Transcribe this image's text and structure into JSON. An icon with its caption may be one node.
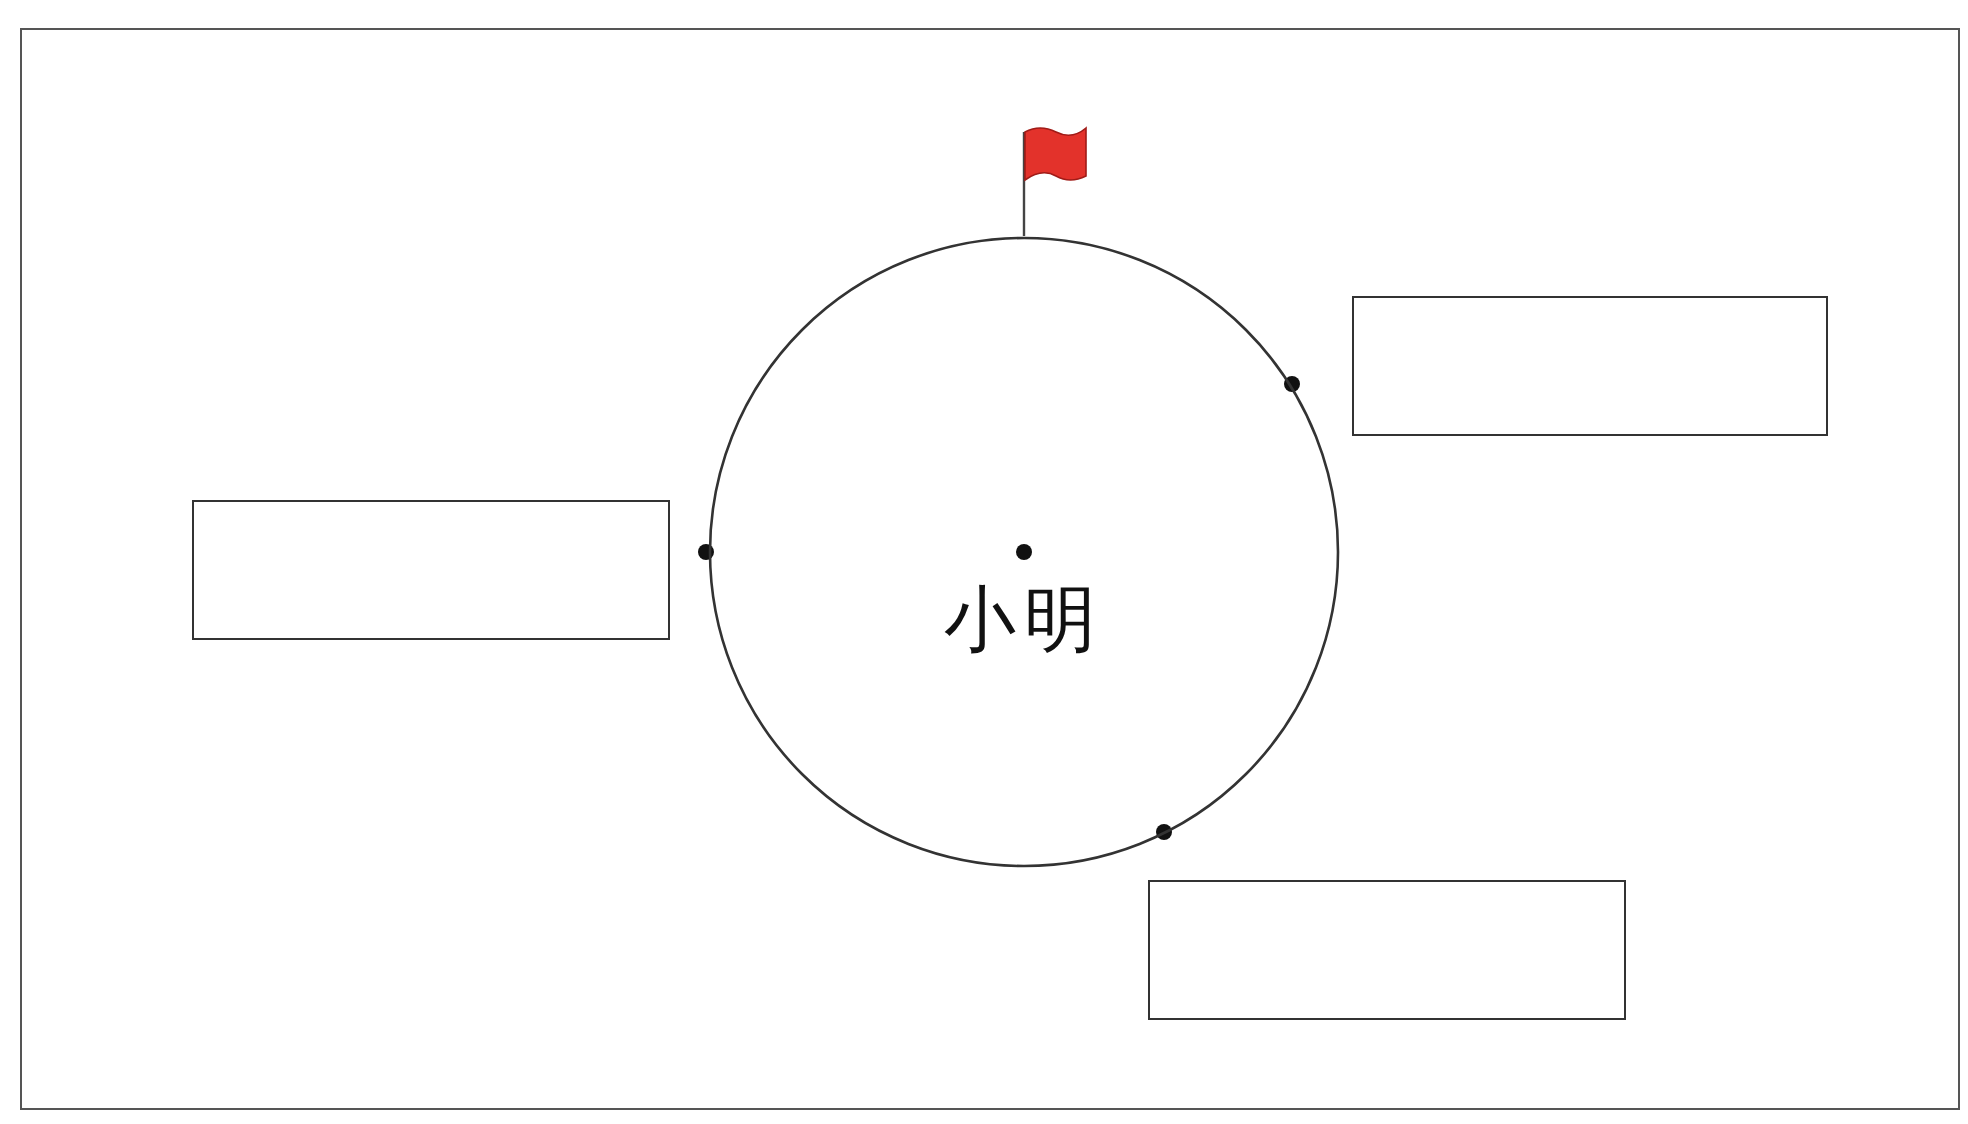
{
  "diagram": {
    "nodes": [
      {
        "text": [
          "小明"
        ]
      },
      {
        "text": [],
        "shape": "box"
      },
      {
        "text": [],
        "shape": "box"
      },
      {
        "text": [],
        "shape": "box"
      }
    ]
  }
}
